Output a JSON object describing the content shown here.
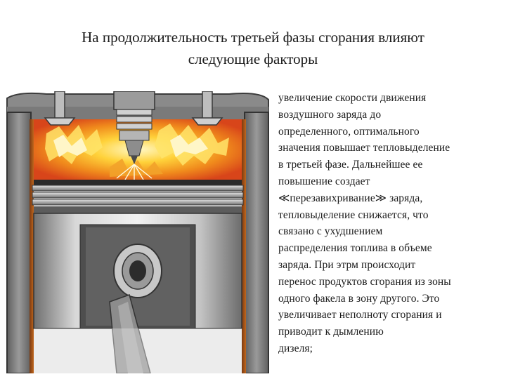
{
  "slide": {
    "title_lines": [
      "На продолжительность третьей фазы сгорания влияют",
      "следующие факторы"
    ],
    "body_lines": [
      "увеличение скорости движения",
      "воздушного заряда до",
      "определенного, оптимального",
      "значения повышает тепловыделение",
      "в третьей фазе. Дальнейшее ее",
      "повышение создает",
      "≪перезавихривание≫ заряда,",
      "тепловыделение снижается, что",
      "связано с ухудшением",
      "распределения топлива в объеме",
      "заряда. При этрм происходит",
      "перенос продуктов сгорания из зоны",
      "одного факела в зону другого. Это",
      "увеличивает неполноту сгорания и",
      "приводит к дымлению",
      "дизеля;"
    ]
  },
  "illustration": {
    "subject": "engine cylinder cutaway with piston, valves, injector and combustion flame",
    "colors": {
      "cylinder_wall": "#7d7d7d",
      "flame_core": "#fff1a8",
      "flame_outer": "#e8501a",
      "piston": "#c9c9c9"
    }
  }
}
